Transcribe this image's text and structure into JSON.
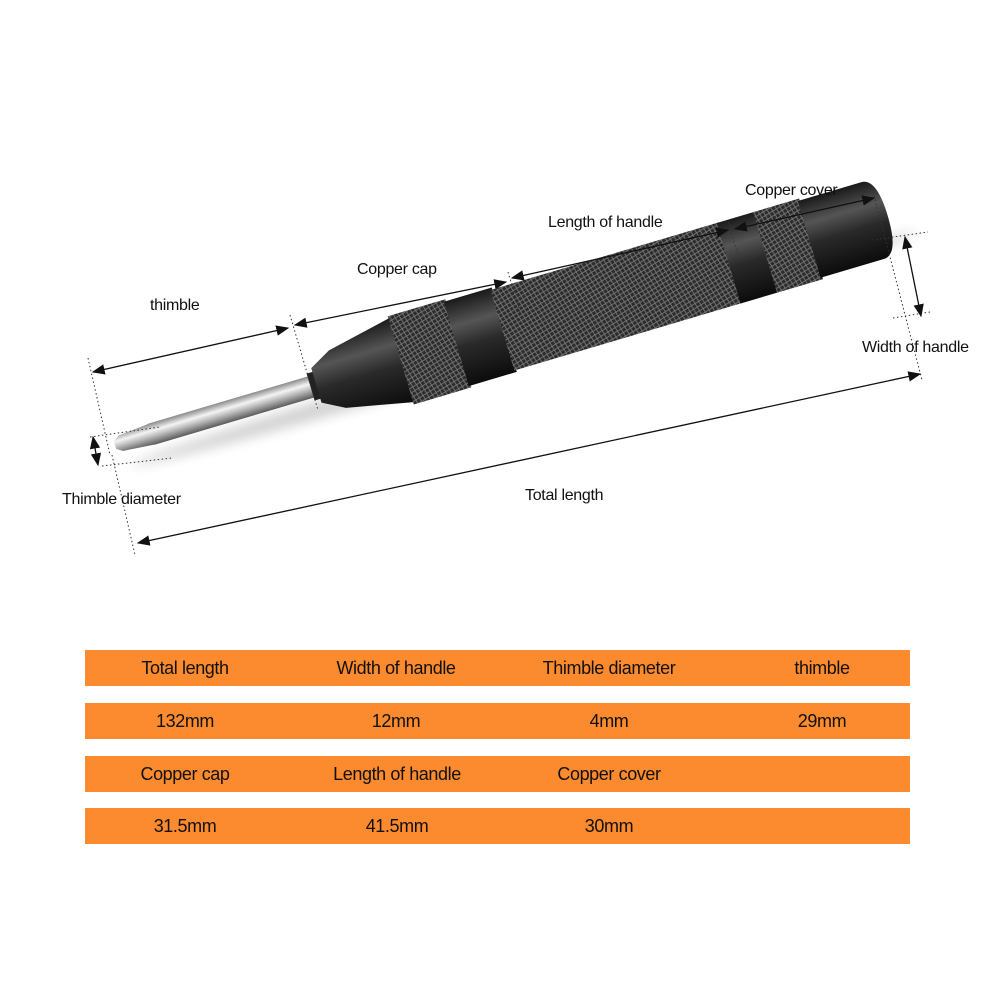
{
  "diagram": {
    "subject": "automatic center punch",
    "labels": {
      "thimble": "thimble",
      "copper_cap": "Copper cap",
      "length_of_handle": "Length of handle",
      "copper_cover": "Copper cover",
      "width_of_handle": "Width of handle",
      "thimble_diameter": "Thimble diameter",
      "total_length": "Total length"
    }
  },
  "spec_table": {
    "accent_color": "#FC8A2E",
    "rows": [
      {
        "type": "header",
        "cells": [
          "Total length",
          "Width of handle",
          "Thimble diameter",
          "thimble"
        ]
      },
      {
        "type": "values",
        "cells": [
          "132mm",
          "12mm",
          "4mm",
          "29mm"
        ]
      },
      {
        "type": "header",
        "cells": [
          "Copper cap",
          "Length of handle",
          "Copper cover",
          ""
        ]
      },
      {
        "type": "values",
        "cells": [
          "31.5mm",
          "41.5mm",
          "30mm",
          ""
        ]
      }
    ]
  }
}
